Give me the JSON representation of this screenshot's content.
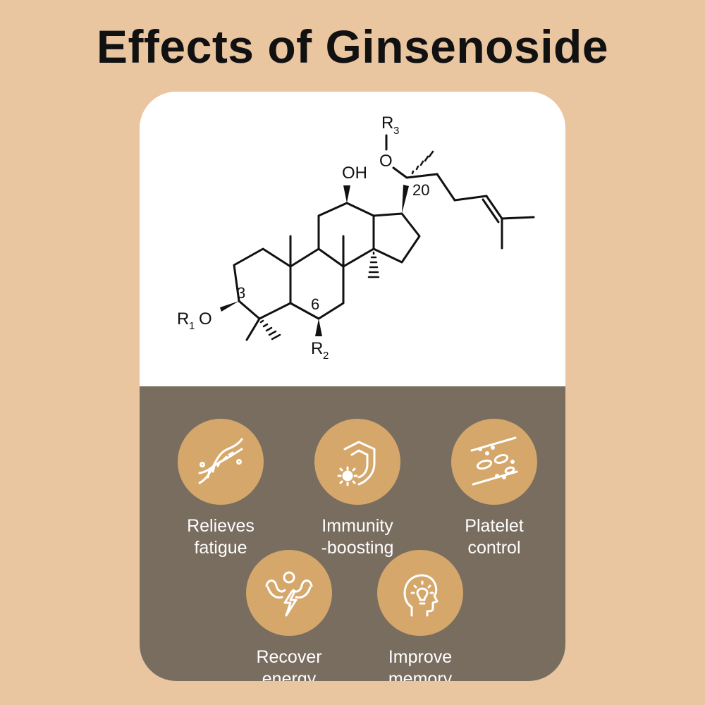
{
  "title": "Effects of Ginsenoside",
  "structure": {
    "labels": {
      "oh": "OH",
      "o_top": "O",
      "o_left": "O",
      "r1": "R",
      "r1_sub": "1",
      "r2": "R",
      "r2_sub": "2",
      "r3": "R",
      "r3_sub": "3",
      "c3": "3",
      "c6": "6",
      "c20": "20"
    }
  },
  "effects": [
    {
      "line1": "Relieves",
      "line2": "fatigue",
      "icon": "dna-icon"
    },
    {
      "line1": "Immunity",
      "line2": "-boosting",
      "icon": "shield-icon"
    },
    {
      "line1": "Platelet",
      "line2": "control",
      "icon": "platelet-icon"
    },
    {
      "line1": "Recover",
      "line2": "energy",
      "icon": "muscle-bolt-icon"
    },
    {
      "line1": "Improve",
      "line2": "memory",
      "icon": "head-bulb-icon"
    }
  ],
  "colors": {
    "background": "#E9C5A0",
    "card_top": "#FFFFFF",
    "card_bottom": "#796D60",
    "icon_circle": "#D5A76A",
    "label_text": "#FFFFFF"
  }
}
